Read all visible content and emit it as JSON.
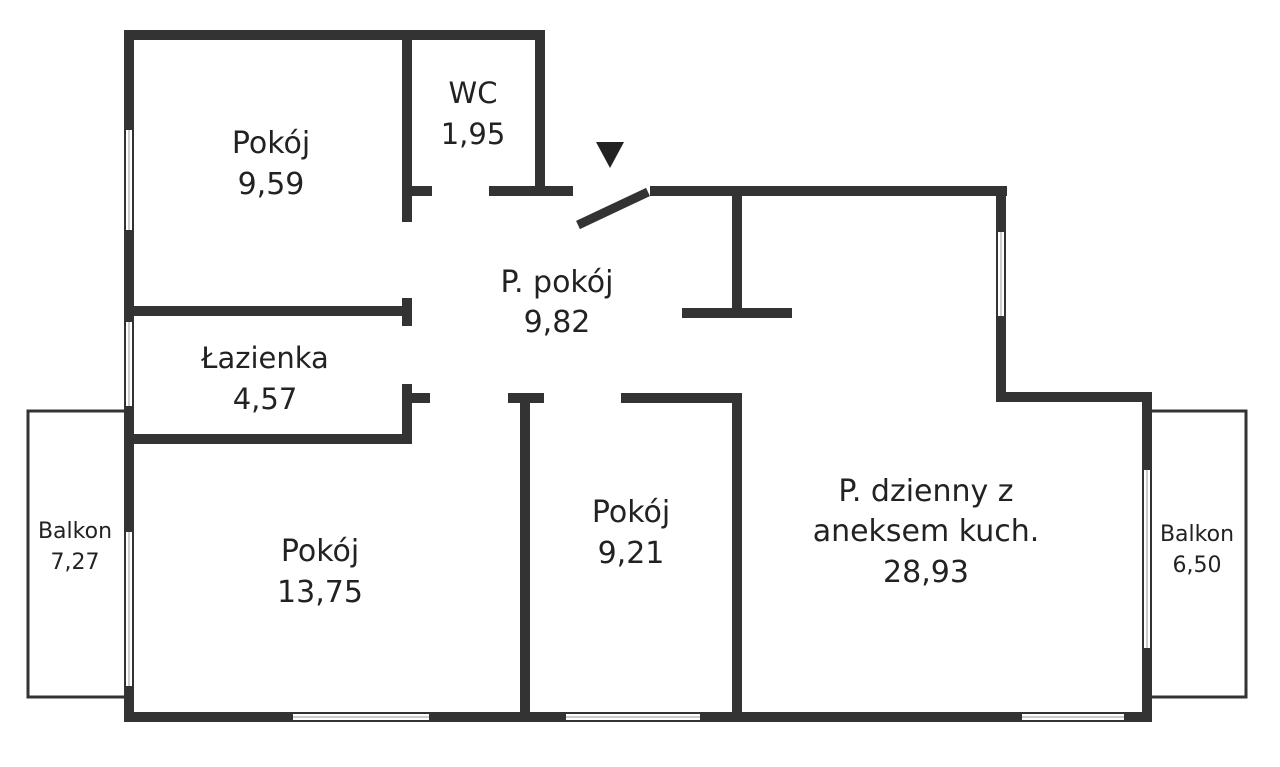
{
  "colors": {
    "walls": "#333333",
    "labels": "#222222",
    "background": "#ffffff"
  },
  "entrance_marker": "triangle-down",
  "rooms": {
    "wc": {
      "name": "WC",
      "area": "1,95"
    },
    "pokoj_nw": {
      "name": "Pokój",
      "area": "9,59"
    },
    "przedpokoj": {
      "name": "P. pokój",
      "area": "9,82"
    },
    "lazienka": {
      "name": "Łazienka",
      "area": "4,57"
    },
    "pokoj_sw": {
      "name": "Pokój",
      "area": "13,75"
    },
    "pokoj_s": {
      "name": "Pokój",
      "area": "9,21"
    },
    "dzienny": {
      "name_line1": "P. dzienny z",
      "name_line2": "aneksem kuch.",
      "area": "28,93"
    },
    "balkon_w": {
      "name": "Balkon",
      "area": "7,27"
    },
    "balkon_e": {
      "name": "Balkon",
      "area": "6,50"
    }
  }
}
